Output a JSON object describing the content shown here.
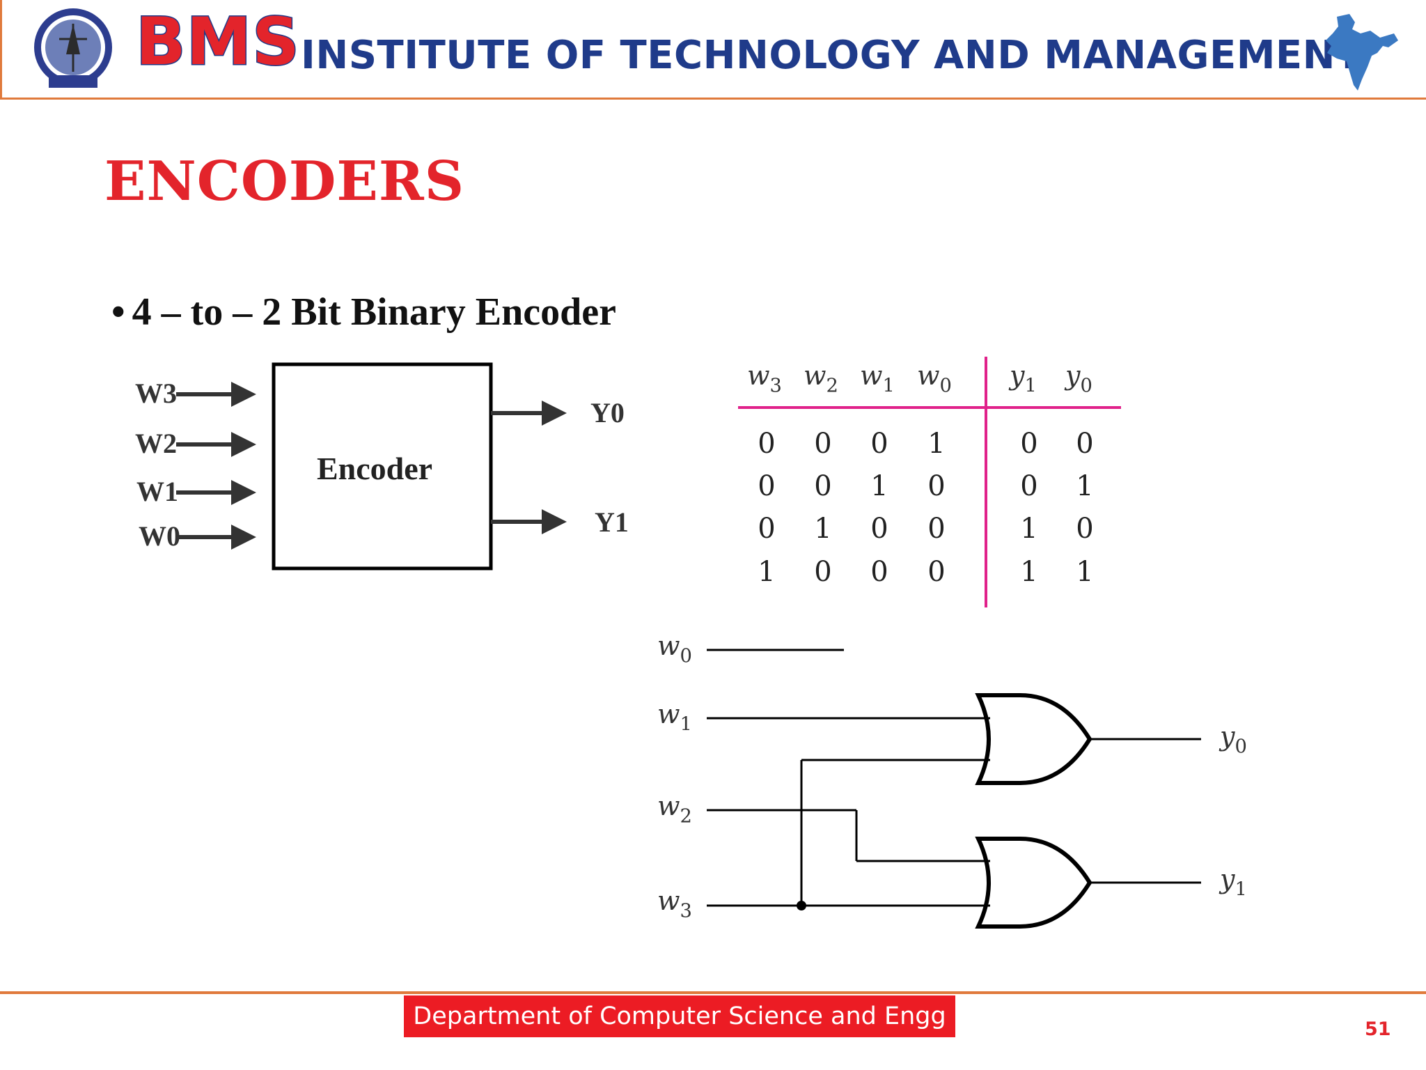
{
  "header": {
    "brand_short": "BMS",
    "brand_full": "INSTITUTE OF TECHNOLOGY AND MANAGEMENT",
    "logo_icon": "institute-emblem-icon",
    "map_icon": "india-map-icon"
  },
  "slide": {
    "title": "ENCODERS",
    "bullet": "4 – to – 2 Bit Binary Encoder"
  },
  "block_diagram": {
    "box_label": "Encoder",
    "inputs": [
      "W3",
      "W2",
      "W1",
      "W0"
    ],
    "outputs": [
      "Y0",
      "Y1"
    ]
  },
  "truth_table": {
    "input_headers": [
      "w3",
      "w2",
      "w1",
      "w0"
    ],
    "output_headers": [
      "y1",
      "y0"
    ],
    "rows": [
      [
        "0",
        "0",
        "0",
        "1",
        "0",
        "0"
      ],
      [
        "0",
        "0",
        "1",
        "0",
        "0",
        "1"
      ],
      [
        "0",
        "1",
        "0",
        "0",
        "1",
        "0"
      ],
      [
        "1",
        "0",
        "0",
        "0",
        "1",
        "1"
      ]
    ]
  },
  "circuit": {
    "inputs": [
      "w0",
      "w1",
      "w2",
      "w3"
    ],
    "outputs": [
      "y0",
      "y1"
    ]
  },
  "footer": {
    "department": "Department of Computer Science and Engg",
    "page_number": "51"
  },
  "colors": {
    "brand_red": "#e3242b",
    "brand_blue": "#1f3b8a",
    "rule_orange": "#e07a3c",
    "table_magenta": "#e0218a"
  }
}
